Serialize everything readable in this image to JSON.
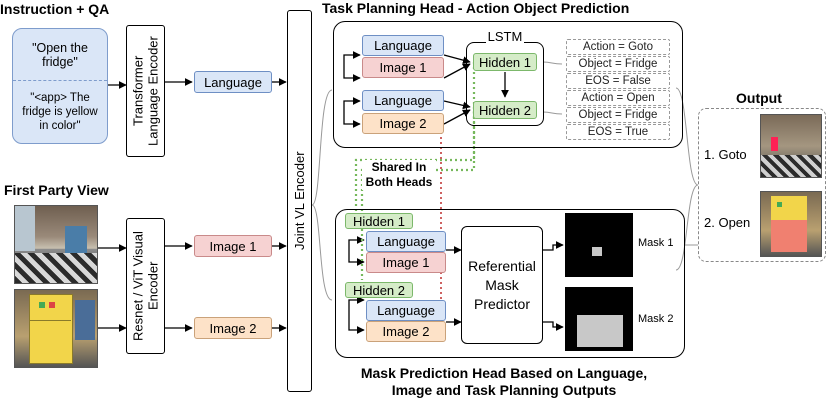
{
  "titles": {
    "instruction": "Instruction + QA",
    "first_party": "First Party View",
    "task_head": "Task Planning Head - Action Object Prediction",
    "mask_head": "Mask Prediction Head Based on Language, Image and Task Planning Outputs",
    "output": "Output",
    "shared": "Shared In Both Heads"
  },
  "instruction": {
    "text1": "\"Open the fridge\"",
    "text2": "\"<app> The fridge is yellow in color\""
  },
  "encoders": {
    "language": "Transformer Language Encoder",
    "visual": "Resnet / ViT Visual Encoder",
    "joint": "Joint VL Encoder"
  },
  "labels": {
    "language": "Language",
    "image1": "Image 1",
    "image2": "Image 2",
    "lstm": "LSTM",
    "hidden1": "Hidden 1",
    "hidden2": "Hidden 2",
    "mask_predictor": "Referential Mask Predictor",
    "mask1": "Mask 1",
    "mask2": "Mask 2"
  },
  "predictions": {
    "step1": [
      "Action = Goto",
      "Object = Fridge",
      "EOS = False"
    ],
    "step2": [
      "Action = Open",
      "Object = Fridge",
      "EOS = True"
    ]
  },
  "outputs": [
    "1. Goto",
    "2. Open"
  ]
}
